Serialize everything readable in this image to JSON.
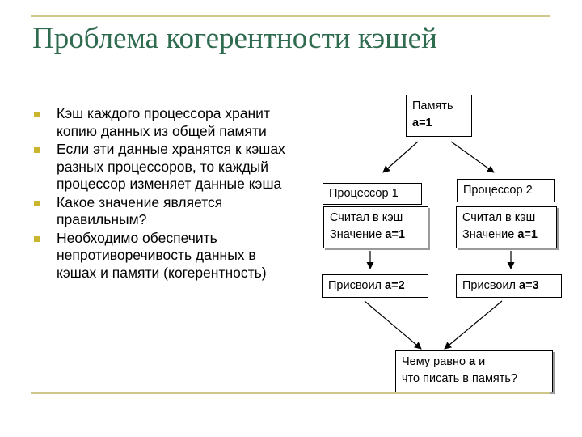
{
  "slide": {
    "title": "Проблема когерентности кэшей",
    "bullets": [
      "Кэш каждого процессора хранит копию данных из общей памяти",
      "Если эти данные хранятся к кэшах разных процессоров, то каждый процессор изменяет данные кэша",
      "Какое значение является правильным?",
      "Необходимо обеспечить непротиворечивость данных в кэшах и памяти (когерентность)"
    ]
  },
  "diagram": {
    "memory": {
      "line1": "Память",
      "line2_prefix": "",
      "line2_value": "a=1"
    },
    "processor1": {
      "label": "Процессор 1",
      "read_line1": "Считал в кэш",
      "read_line2_prefix": "Значение ",
      "read_line2_value": "a=1",
      "assign_prefix": "Присвоил ",
      "assign_value": "a=2"
    },
    "processor2": {
      "label": "Процессор 2",
      "read_line1": "Считал в кэш",
      "read_line2_prefix": "Значение ",
      "read_line2_value": "a=1",
      "assign_prefix": "Присвоил ",
      "assign_value": "a=3"
    },
    "question": {
      "line1_prefix": "Чему равно ",
      "line1_var": "a",
      "line1_suffix": " и",
      "line2": "что писать в память?"
    }
  }
}
